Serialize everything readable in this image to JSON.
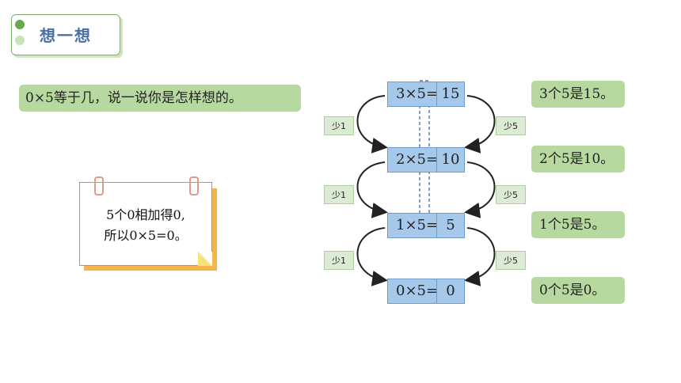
{
  "title": "想一想",
  "question": "0×5等于几，说一说你是怎样想的。",
  "note": {
    "line1": "5个0相加得0,",
    "line2": "所以0×5=0。"
  },
  "equations": [
    {
      "lhs": "3×5=",
      "rhs": "15"
    },
    {
      "lhs": "2×5=",
      "rhs": "10"
    },
    {
      "lhs": "1×5=",
      "rhs": "5"
    },
    {
      "lhs": "0×5=",
      "rhs": "0"
    }
  ],
  "left_steps": [
    "少1",
    "少1",
    "少1"
  ],
  "right_steps": [
    "少5",
    "少5",
    "少5"
  ],
  "results": [
    "3个5是15。",
    "2个5是10。",
    "1个5是5。",
    "0个5是0。"
  ],
  "colors": {
    "green_box": "#b7d9a0",
    "blue_box": "#a6c8ea",
    "title_text": "#4a6fa5",
    "card_shadow": "#f5b54a"
  }
}
